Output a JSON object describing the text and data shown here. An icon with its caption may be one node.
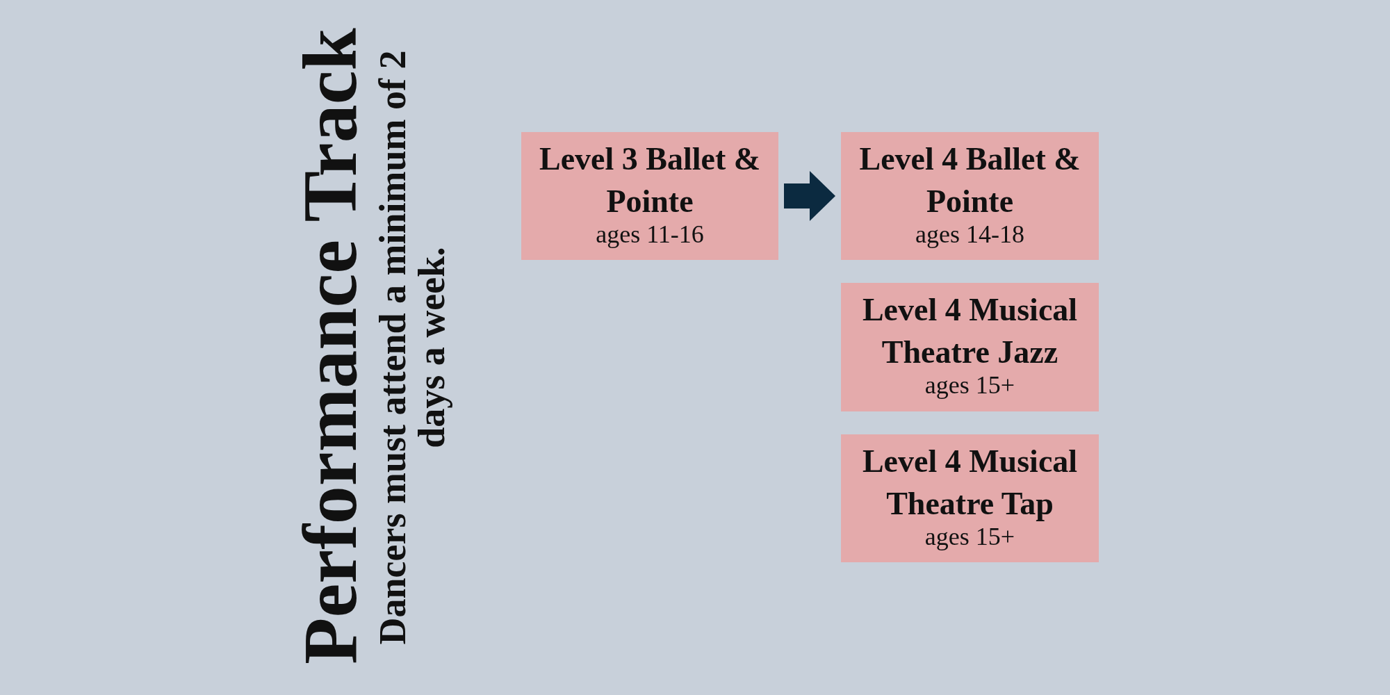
{
  "diagram": {
    "title": "Performance Track",
    "nodes": [
      {
        "text": [
          "Level 3 Ballet & Pointe",
          "ages 11-16"
        ]
      },
      {
        "text": [
          "Level 4 Ballet & Pointe",
          "ages 14-18"
        ]
      },
      {
        "text": [
          "Level 4 Musical Theatre Jazz",
          "ages 15+"
        ]
      },
      {
        "text": [
          "Level 4 Musical Theatre Tap",
          "ages 15+"
        ]
      }
    ],
    "edges": [
      {
        "from": 0,
        "to": 1,
        "arrow": "to"
      }
    ],
    "labels": [
      "Dancers must attend a minimum of 2 days a week."
    ]
  }
}
